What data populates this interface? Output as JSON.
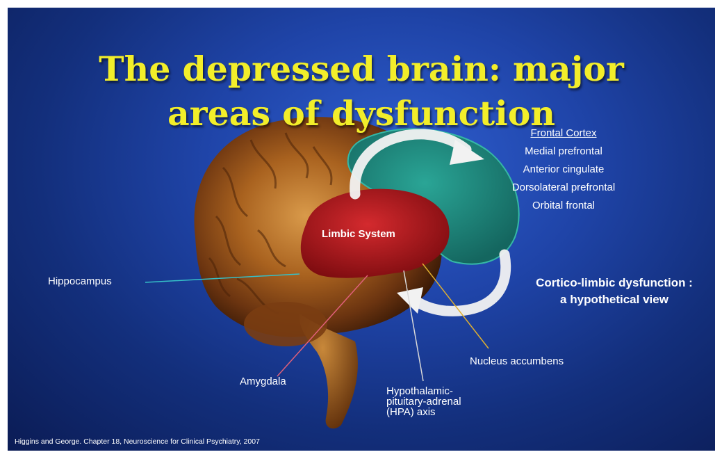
{
  "slide": {
    "title_line1": "The depressed brain: major",
    "title_line2": "areas of dysfunction",
    "frontal_cortex": {
      "heading": "Frontal Cortex",
      "items": [
        "Medial prefrontal",
        "Anterior cingulate",
        "Dorsolateral prefrontal",
        "Orbital frontal"
      ]
    },
    "limbic_system_label": "Limbic System",
    "cortico_limbic": {
      "line1": "Cortico-limbic dysfunction :",
      "line2": "a hypothetical view"
    },
    "labels": {
      "hippocampus": "Hippocampus",
      "amygdala": "Amygdala",
      "nucleus_accumbens": "Nucleus accumbens",
      "hpa_line1": "Hypothalamic-",
      "hpa_line2": "pituitary-adrenal",
      "hpa_line3": "(HPA) axis"
    },
    "citation": "Higgins and George. Chapter 18, Neuroscience for Clinical Psychiatry, 2007",
    "colors": {
      "title": "#f2ee2a",
      "frontal_region": "#1f8f86",
      "limbic_region": "#b8141c",
      "hippocampus_line": "#35c0c8",
      "amygdala_line": "#e0607a",
      "accumbens_line": "#e0b030",
      "hpa_line": "#d8d8d8"
    }
  }
}
